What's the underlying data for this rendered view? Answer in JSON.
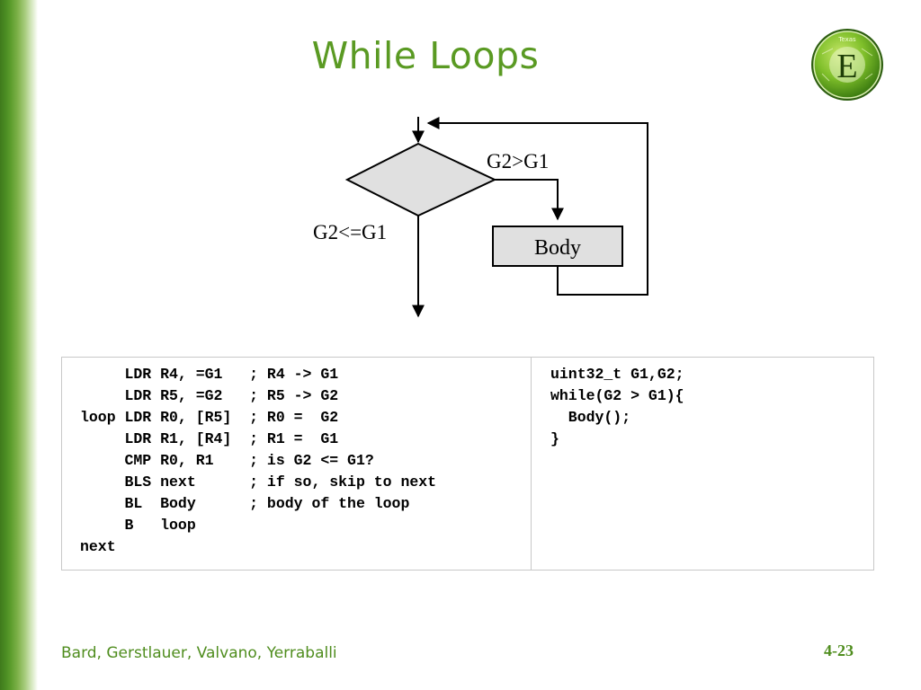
{
  "slide": {
    "title": "While Loops",
    "accent_color": "#5a9a23"
  },
  "logo": {
    "letter": "E",
    "badge": "Texas",
    "icon": "texas-embedded-logo"
  },
  "flowchart": {
    "true_label": "G2>G1",
    "false_label": "G2<=G1",
    "body_label": "Body"
  },
  "assembly_code": [
    "     LDR R4, =G1   ; R4 -> G1",
    "     LDR R5, =G2   ; R5 -> G2",
    "loop LDR R0, [R5]  ; R0 =  G2",
    "     LDR R1, [R4]  ; R1 =  G1",
    "     CMP R0, R1    ; is G2 <= G1?",
    "     BLS next      ; if so, skip to next",
    "     BL  Body      ; body of the loop",
    "     B   loop",
    "next"
  ],
  "c_code": [
    "uint32_t G1,G2;",
    "while(G2 > G1){",
    "  Body();",
    "}"
  ],
  "footer": {
    "authors": "Bard, Gerstlauer, Valvano, Yerraballi",
    "page": "4-23"
  }
}
